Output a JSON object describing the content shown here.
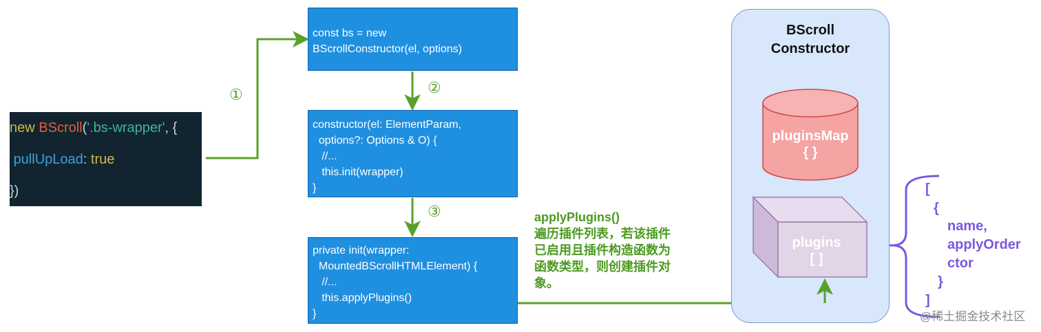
{
  "code_snippet": {
    "line1": {
      "keyword": "new",
      "cls": "BScroll",
      "paren": "(",
      "str": "'.bs-wrapper'",
      "rest": ", {"
    },
    "line2": {
      "key": "pullUpLoad",
      "colon": ": ",
      "value": "true"
    },
    "line3": {
      "text": "})"
    }
  },
  "steps": {
    "step1": "①",
    "step2": "②",
    "step3": "③"
  },
  "boxes": {
    "new_instance": "const bs = new\nBScrollConstructor(el, options)",
    "constructor_fn": "constructor(el: ElementParam,\n  options?: Options & O) {\n   //...\n   this.init(wrapper)\n}",
    "init_fn": "private init(wrapper:\n  MountedBScrollHTMLElement) {\n   //...\n   this.applyPlugins()\n}"
  },
  "apply_note": {
    "title": "applyPlugins()",
    "body": "遍历插件列表，若该插件\n已启用且插件构造函数为\n函数类型，则创建插件对\n象。"
  },
  "bscroll_constructor": {
    "title": "BScroll\nConstructor",
    "plugins_map": {
      "name": "pluginsMap",
      "value": "{ }"
    },
    "plugins": {
      "name": "plugins",
      "value": "[ ]"
    }
  },
  "plugins_structure": {
    "open_bracket": "[",
    "open_brace": "{",
    "fields": "name,\napplyOrder\nctor",
    "close_brace": "}",
    "close_bracket": "]"
  },
  "watermark": "@稀土掘金技术社区",
  "colors": {
    "box_fill": "#1f8fe0",
    "arrow_green": "#59a12a",
    "text_green": "#4c9a22",
    "container_fill": "#d8e7fb",
    "cylinder_fill": "#f5a3a3",
    "cube_fill": "#e1d5e7",
    "purple": "#7a58e0"
  }
}
